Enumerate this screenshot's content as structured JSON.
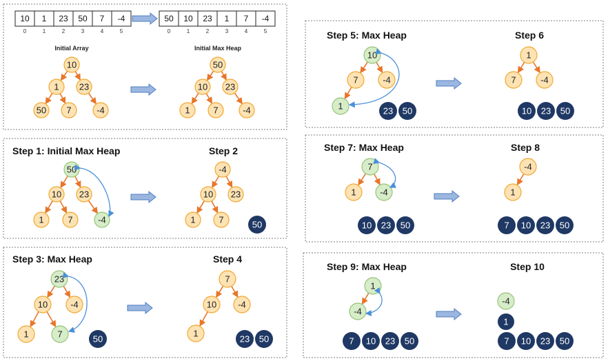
{
  "top_panel": {
    "initial_array": [
      "10",
      "1",
      "23",
      "50",
      "7",
      "-4"
    ],
    "max_heap_array": [
      "50",
      "10",
      "23",
      "1",
      "7",
      "-4"
    ],
    "indices": [
      "0",
      "1",
      "2",
      "3",
      "4",
      "5"
    ],
    "initial_array_caption": "Initial Array",
    "initial_heap_caption": "Initial Max Heap"
  },
  "steps": [
    {
      "title": "Step 1: Initial Max Heap"
    },
    {
      "title": "Step 2"
    },
    {
      "title": "Step 3: Max Heap"
    },
    {
      "title": "Step 4"
    },
    {
      "title": "Step 5: Max Heap"
    },
    {
      "title": "Step 6"
    },
    {
      "title": "Step 7: Max Heap"
    },
    {
      "title": "Step 8"
    },
    {
      "title": "Step 9: Max Heap"
    },
    {
      "title": "Step 10"
    }
  ],
  "trees": {
    "initial_tree": [
      "10",
      "1",
      "23",
      "50",
      "7",
      "-4"
    ],
    "initial_max_heap": [
      "50",
      "10",
      "23",
      "1",
      "7",
      "-4"
    ],
    "step1": [
      "50",
      "10",
      "23",
      "1",
      "7",
      "-4"
    ],
    "step2": [
      "-4",
      "10",
      "23",
      "1",
      "7"
    ],
    "step3": [
      "23",
      "10",
      "-4",
      "1",
      "7"
    ],
    "step4": [
      "7",
      "10",
      "-4",
      "1"
    ],
    "step5": [
      "10",
      "7",
      "-4",
      "1"
    ],
    "step6": [
      "1",
      "7",
      "-4"
    ],
    "step7": [
      "7",
      "1",
      "-4"
    ],
    "step8": [
      "-4",
      "1"
    ],
    "step9": [
      "1",
      "-4"
    ],
    "step10": [
      "-4",
      "1"
    ]
  },
  "sorted": {
    "step2": [
      "50"
    ],
    "step3": [
      "50"
    ],
    "step4": [
      "23",
      "50"
    ],
    "step5": [
      "23",
      "50"
    ],
    "step6": [
      "10",
      "23",
      "50"
    ],
    "step7": [
      "10",
      "23",
      "50"
    ],
    "step8": [
      "7",
      "10",
      "23",
      "50"
    ],
    "step9": [
      "7",
      "10",
      "23",
      "50"
    ],
    "step10": [
      "7",
      "10",
      "23",
      "50"
    ]
  },
  "colors": {
    "node_fill": "#fde3b4",
    "node_stroke": "#f0a830",
    "swap_fill": "#d7ecc8",
    "swap_stroke": "#97c47a",
    "sorted_fill": "#1f3864",
    "edge": "#e8762a",
    "swap_arrow": "#4a90d9",
    "step_arrow_fill": "#9bb7e0",
    "step_arrow_stroke": "#4f7cc1",
    "panel_border": "#7f7f7f"
  }
}
